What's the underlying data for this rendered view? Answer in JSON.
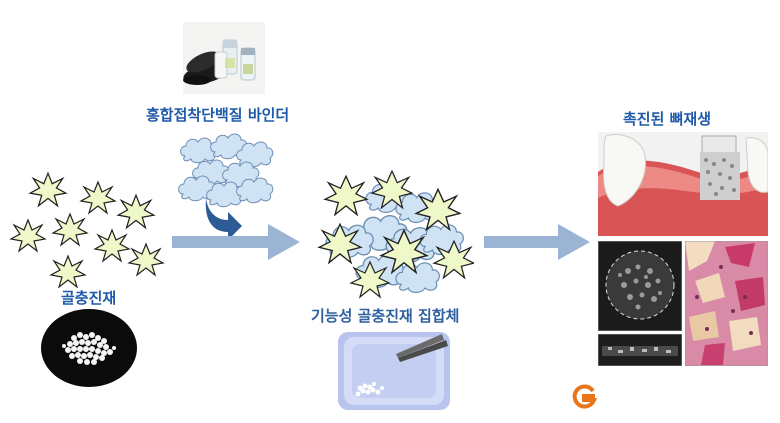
{
  "labels": {
    "binder": "홍합접착단백질 바인더",
    "filler": "골충진재",
    "aggregate": "기능성 골충진재 집합체",
    "result": "촉진된 뼈재생"
  },
  "colors": {
    "title_blue": "#1f5aa8",
    "aggregate_label": "#2e5f9e",
    "arrow": "#9bb4d4",
    "curved_arrow": "#2c5b95",
    "star_fill": "#eff8c8",
    "cloud_fill": "#cfe3f5",
    "logo": "#e8751a"
  },
  "icons": {
    "logo": "g-logo-icon"
  }
}
